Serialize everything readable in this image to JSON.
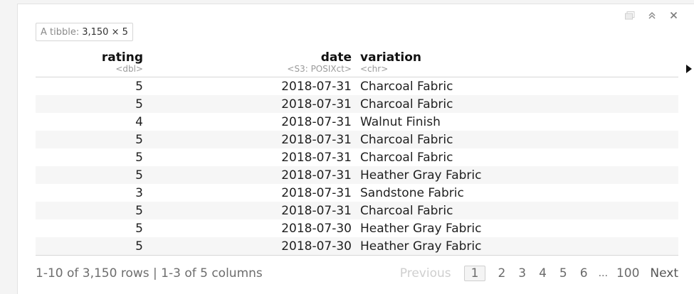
{
  "badge": {
    "label": "A tibble:",
    "dims": "3,150 × 5"
  },
  "icons": [
    "chunk-options-icon",
    "collapse-up-icon",
    "close-icon"
  ],
  "columns": [
    {
      "name": "rating",
      "type": "<dbl>"
    },
    {
      "name": "date",
      "type": "<S3: POSIXct>"
    },
    {
      "name": "variation",
      "type": "<chr>"
    }
  ],
  "rows": [
    [
      "5",
      "2018-07-31",
      "Charcoal Fabric"
    ],
    [
      "5",
      "2018-07-31",
      "Charcoal Fabric"
    ],
    [
      "4",
      "2018-07-31",
      "Walnut Finish"
    ],
    [
      "5",
      "2018-07-31",
      "Charcoal Fabric"
    ],
    [
      "5",
      "2018-07-31",
      "Charcoal Fabric"
    ],
    [
      "5",
      "2018-07-31",
      "Heather Gray Fabric"
    ],
    [
      "3",
      "2018-07-31",
      "Sandstone Fabric"
    ],
    [
      "5",
      "2018-07-31",
      "Charcoal Fabric"
    ],
    [
      "5",
      "2018-07-30",
      "Heather Gray Fabric"
    ],
    [
      "5",
      "2018-07-30",
      "Heather Gray Fabric"
    ]
  ],
  "footer": {
    "info": "1-10 of 3,150 rows | 1-3 of 5 columns",
    "previous": "Previous",
    "pages": [
      "1",
      "2",
      "3",
      "4",
      "5",
      "6"
    ],
    "ellipsis": "...",
    "last_page": "100",
    "next": "Next",
    "current_page": "1"
  }
}
